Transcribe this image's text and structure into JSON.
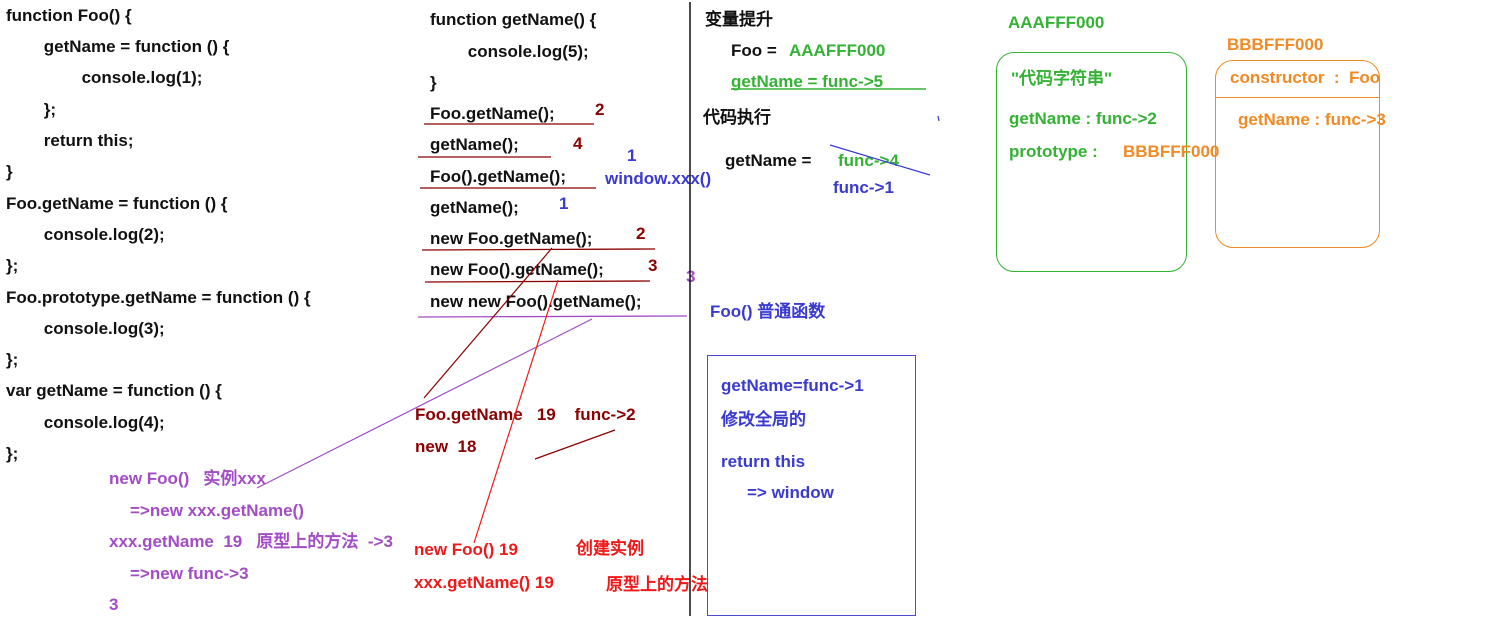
{
  "left_code": [
    "function Foo() {",
    "        getName = function () {",
    "                console.log(1);",
    "        };",
    "        return this;",
    "}",
    "Foo.getName = function () {",
    "        console.log(2);",
    "};",
    "Foo.prototype.getName = function () {",
    "        console.log(3);",
    "};",
    "var getName = function () {",
    "        console.log(4);",
    "};"
  ],
  "middle_code": [
    "function getName() {",
    "        console.log(5);",
    "}"
  ],
  "calls": [
    {
      "code": "Foo.getName();",
      "result": "2"
    },
    {
      "code": "getName();",
      "result": "4"
    },
    {
      "code": "Foo().getName();",
      "result": "1"
    },
    {
      "code": "getName();",
      "result": "1"
    },
    {
      "code": "new Foo.getName();",
      "result": "2"
    },
    {
      "code": "new Foo().getName();",
      "result": "3"
    },
    {
      "code": "new new Foo().getName();",
      "result": "3"
    }
  ],
  "annotations": {
    "window_xxx": "window.xxx()",
    "foo_normal_fn": "Foo() 普通函数",
    "foo_getname_19": "Foo.getName   19    func->2",
    "new_18": "new  18",
    "new_foo_instance": "new Foo()   实例xxx",
    "arrow_new_xxx": "=>new xxx.getName()",
    "xxx_getname_19": "xxx.getName  19   原型上的方法  ->3",
    "arrow_new_func": "=>new func->3",
    "three": "3",
    "new_foo_19": "new Foo() 19",
    "create_instance": "创建实例",
    "xxx_getname_call_19": "xxx.getName() 19",
    "proto_method": "原型上的方法"
  },
  "hoisting": {
    "title": "变量提升",
    "foo_label": "Foo = ",
    "foo_value": "AAAFFF000",
    "getname_line": "getName = func->5",
    "exec_title": "代码执行",
    "getname_label": "getName = ",
    "getname_value": "func->4",
    "func1": "func->1"
  },
  "box_window": {
    "line1": "getName=func->1",
    "line2": "修改全局的",
    "line3": "return this",
    "line4": "=> window"
  },
  "heap_a": {
    "address": "AAAFFF000",
    "code_string": "\"代码字符串\"",
    "getname": "getName : func->2",
    "prototype_label": "prototype : ",
    "prototype_value": "BBBFFF000"
  },
  "heap_b": {
    "address": "BBBFFF000",
    "constructor": "constructor  :  Foo",
    "getname": "getName : func->3"
  },
  "colors": {
    "code": "#111111",
    "dark_red": "#8b0000",
    "blue": "#3a3ad0",
    "green": "#34b234",
    "orange": "#f08a24",
    "purple": "#a24cc6",
    "red": "#f01818"
  }
}
